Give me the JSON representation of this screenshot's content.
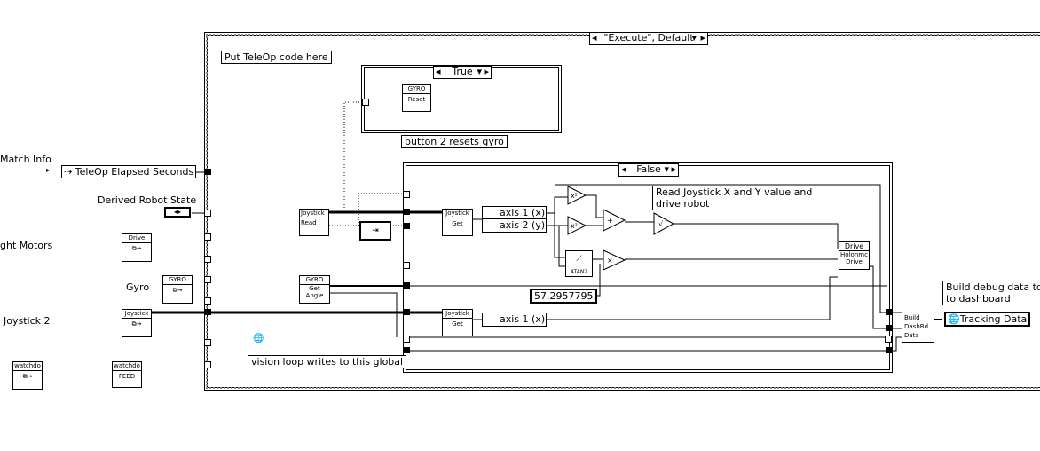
{
  "case_structure": {
    "selector": "\"Execute\", Default"
  },
  "comments": {
    "teleop": "Put TeleOp code here",
    "gyro_reset": "button 2 resets gyro",
    "read_joystick_line1": "Read Joystick X and Y value and",
    "read_joystick_line2": "drive robot",
    "vision_loop": "vision loop writes to this global",
    "debug_line1": "Build debug data to s",
    "debug_line2": "to dashboard"
  },
  "left_panel": {
    "match_info": "Match Info",
    "teleop_elapsed": "TeleOp Elapsed Seconds",
    "derived_state": "Derived Robot State",
    "right_motors": "ght Motors",
    "gyro": "Gyro",
    "joystick2": "Joystick 2"
  },
  "inner_cases": {
    "true_case": "True",
    "false_case": "False"
  },
  "subvis": {
    "gyro_reset_hdr": "GYRO",
    "gyro_reset_body": "Reset",
    "joystick_read_hdr": "Joystick",
    "joystick_read_body": "Read",
    "gyro_get_hdr": "GYRO",
    "gyro_get_body1": "Get",
    "gyro_get_body2": "Angle",
    "joy_get1_hdr": "Joystick",
    "joy_get1_body": "Get",
    "joy_get2_hdr": "Joystick",
    "joy_get2_body": "Get",
    "drive_hdr": "Drive",
    "drive_body1": "Holonmc",
    "drive_body2": "Drive",
    "build_l1": "Build",
    "build_l2": "DashBd",
    "build_l3": "Data",
    "drive_ref_hdr": "Drive",
    "gyro_ref_hdr": "GYRO",
    "joystick_ref_hdr": "Joystick",
    "watchdog_hdr": "watchdo",
    "watchdog2_hdr": "watchdo",
    "watchdog2_body": "FEED",
    "atan2": "ATAN2"
  },
  "unbundle": {
    "axis_x": "axis 1 (x)",
    "axis_y": "axis 2 (y)",
    "axis_x2": "axis 1 (x)"
  },
  "constant": "57.2957795",
  "tracking": "Tracking Data"
}
